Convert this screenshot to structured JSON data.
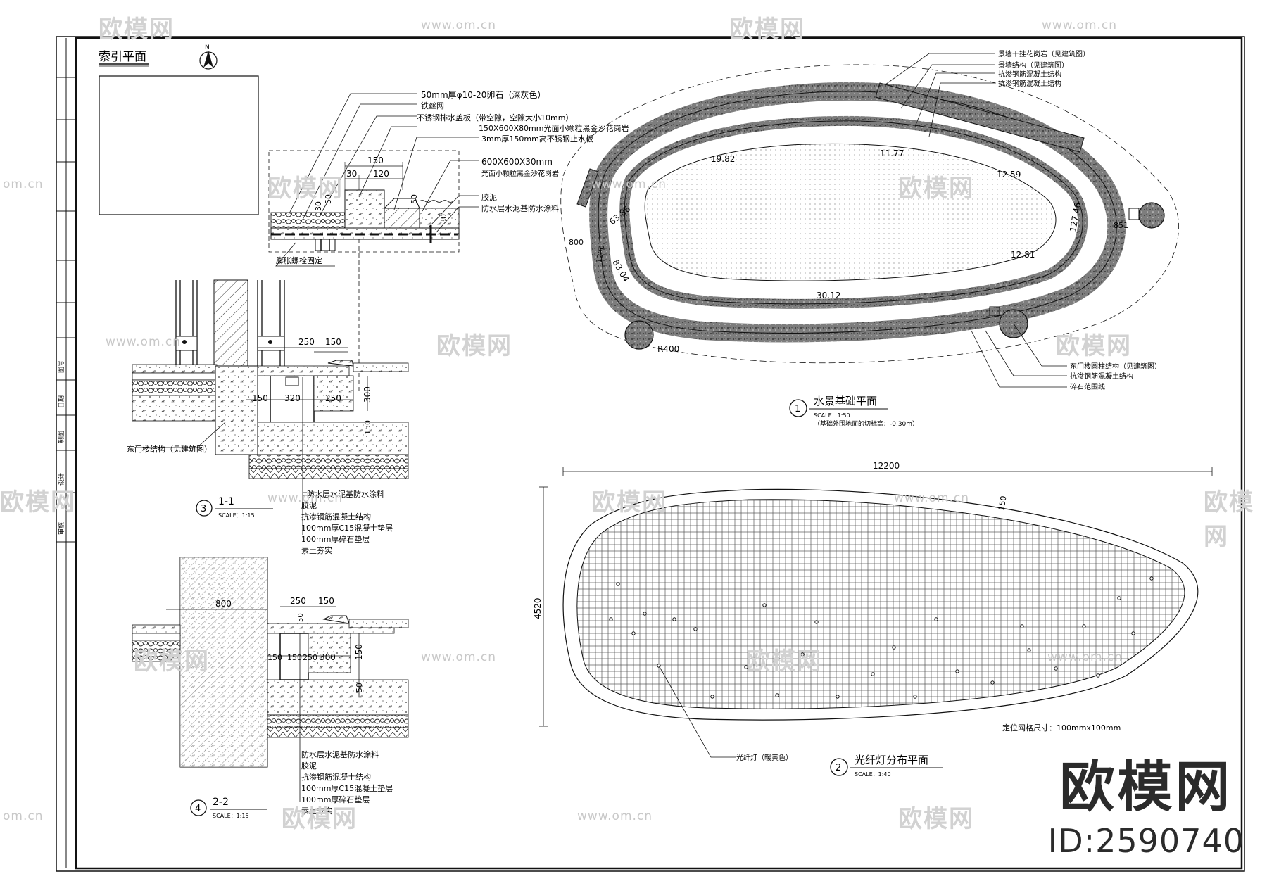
{
  "watermark": {
    "logo": "欧模网",
    "url": "www.om.cn",
    "url_short": "om.cn"
  },
  "brand": {
    "logo": "欧模网",
    "id": "ID:2590740"
  },
  "index_plan": {
    "title": "索引平面",
    "north": "N"
  },
  "detail_top": {
    "notes": [
      "50mm厚φ10-20卵石（深灰色）",
      "铁丝网",
      "不锈钢排水盖板（带空隙，空隙大小10mm）",
      "150X600X80mm光面小颗粒黑金沙花岗岩",
      "3mm厚150mm高不锈钢止水板",
      "600X600X30mm",
      "光面小颗粒黑金沙花岗岩",
      "胶泥",
      "防水层水泥基防水涂料",
      "膨胀螺栓固定"
    ],
    "dims": [
      "150",
      "30",
      "120",
      "50",
      "30",
      "50",
      "30"
    ]
  },
  "section_1": {
    "number": "3",
    "title": "1-1",
    "scale": "SCALE：1:15",
    "dims": [
      "250",
      "150",
      "150",
      "320",
      "250",
      "300",
      "150"
    ],
    "label_left": "东门楼结构（见建筑图）",
    "layers": [
      "防水层水泥基防水涂料",
      "胶泥",
      "抗渗钢筋混凝土结构",
      "100mm厚C15混凝土垫层",
      "100mm厚碎石垫层",
      "素土夯实"
    ]
  },
  "section_2": {
    "number": "4",
    "title": "2-2",
    "scale": "SCALE：1:15",
    "dims": [
      "800",
      "250",
      "150",
      "150",
      "150",
      "250",
      "300",
      "150",
      "50",
      "50"
    ],
    "layers": [
      "防水层水泥基防水涂料",
      "胶泥",
      "抗渗钢筋混凝土结构",
      "100mm厚C15混凝土垫层",
      "100mm厚碎石垫层",
      "素土夯实"
    ]
  },
  "plan_1": {
    "number": "1",
    "title": "水景基础平面",
    "scale": "SCALE：1:50",
    "note": "（基础外围地面的切标高：-0.30m）",
    "top_labels": [
      "景墙干挂花岗岩（见建筑图）",
      "景墙结构（见建筑图）",
      "抗渗钢筋混凝土结构",
      "抗渗钢筋混凝土结构"
    ],
    "bottom_labels": [
      "东门楼圆柱结构（见建筑图）",
      "抗渗钢筋混凝土结构",
      "碎石范围线"
    ],
    "dims": [
      "19.82",
      "11.77",
      "12.59",
      "63.86",
      "127.46",
      "12.81",
      "83.04",
      "30.12",
      "R400",
      "800",
      "1200",
      "851"
    ]
  },
  "plan_2": {
    "number": "2",
    "title": "光纤灯分布平面",
    "scale": "SCALE：1:40",
    "width_dim": "12200",
    "height_dim": "4520",
    "edge_dim": "150",
    "grid_note": "定位网格尺寸：100mmx100mm",
    "light_label": "光纤灯（暖黄色）"
  },
  "title_block": {
    "texts": [
      "审核",
      "设计",
      "制图",
      "日期",
      "图号"
    ]
  }
}
